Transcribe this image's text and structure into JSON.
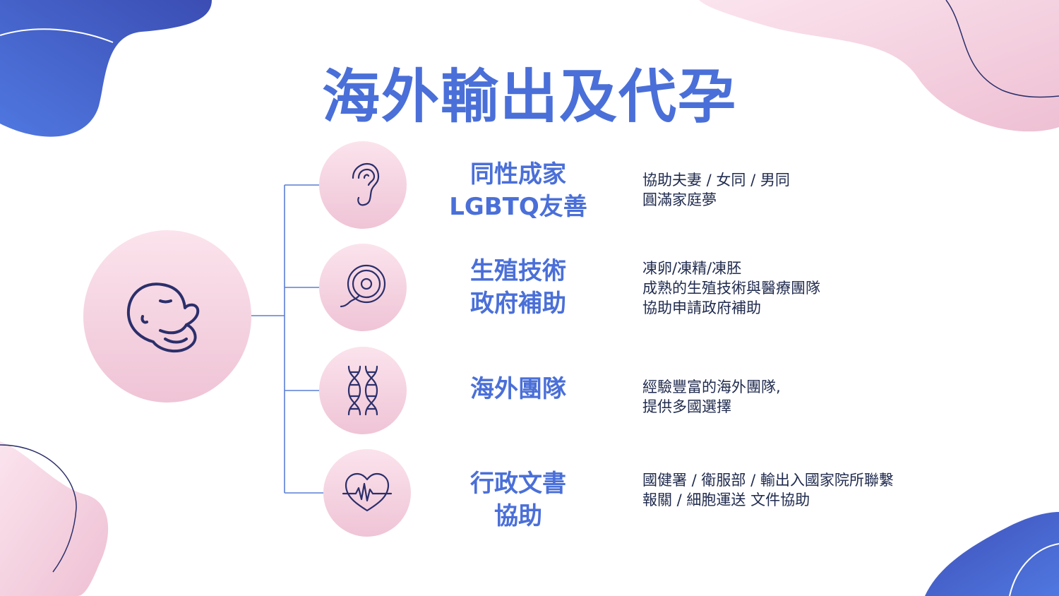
{
  "title": "海外輸出及代孕",
  "items": [
    {
      "icon": "ear-icon",
      "heading": [
        "同性成家",
        "LGBTQ友善"
      ],
      "desc": [
        "協助夫妻 / 女同 / 男同",
        "圓滿家庭夢"
      ]
    },
    {
      "icon": "egg-sperm-icon",
      "heading": [
        "生殖技術",
        "政府補助"
      ],
      "desc": [
        "凍卵/凍精/凍胚",
        "成熟的生殖技術與醫療團隊",
        "協助申請政府補助"
      ]
    },
    {
      "icon": "dna-icon",
      "heading": [
        "海外團隊"
      ],
      "desc": [
        "經驗豐富的海外團隊,",
        "提供多國選擇"
      ]
    },
    {
      "icon": "heart-pulse-icon",
      "heading": [
        "行政文書",
        "協助"
      ],
      "desc": [
        "國健署 / 衛服部 / 輸出入國家院所聯繫",
        "報關 / 細胞運送 文件協助"
      ]
    }
  ],
  "colors": {
    "title": "#4a6fd8",
    "blob_blue": "#3f5bc7",
    "blob_pink": "#f0c9da",
    "icon_stroke": "#2b2f6b",
    "text": "#1f2a4d"
  }
}
